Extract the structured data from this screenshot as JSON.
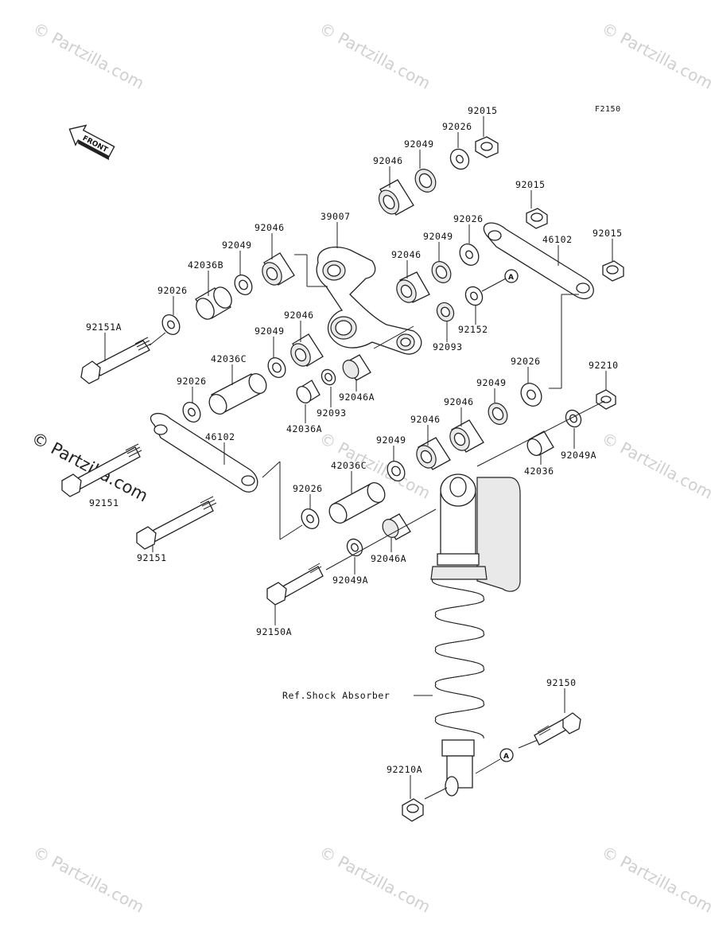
{
  "diagram_code": "F2150",
  "front_label": "FRONT",
  "ref_label": "Ref.Shock Absorber",
  "circle_marker": "A",
  "watermark": "© Partzilla.com",
  "labels": {
    "l92015a": "92015",
    "l92026a": "92026",
    "l92049a": "92049",
    "l92046a": "92046",
    "l92015b": "92015",
    "l39007": "39007",
    "l92026b": "92026",
    "l92015c": "92015",
    "l46102a": "46102",
    "l92046b": "92046",
    "l92049b": "92049",
    "l42036B": "42036B",
    "l92049c": "92049",
    "l92046c": "92046",
    "l92026c": "92026",
    "l92151A": "92151A",
    "l92152": "92152",
    "l92093a": "92093",
    "l92046d": "92046",
    "l92049d": "92049",
    "l42036C": "42036C",
    "l92026d": "92026",
    "l92046A": "92046A",
    "l92093b": "92093",
    "l42036A": "42036A",
    "l92026e": "92026",
    "l92210": "92210",
    "l92049e": "92049",
    "l92046e": "92046",
    "l92046f": "92046",
    "l46102b": "46102",
    "l92049f": "92049",
    "l42036C2": "42036C",
    "l92049A": "92049A",
    "l42036": "42036",
    "l92151a": "92151",
    "l92026f": "92026",
    "l92151b": "92151",
    "l92046A2": "92046A",
    "l92049A2": "92049A",
    "l92150A": "92150A",
    "l92150": "92150",
    "l92210A": "92210A"
  }
}
